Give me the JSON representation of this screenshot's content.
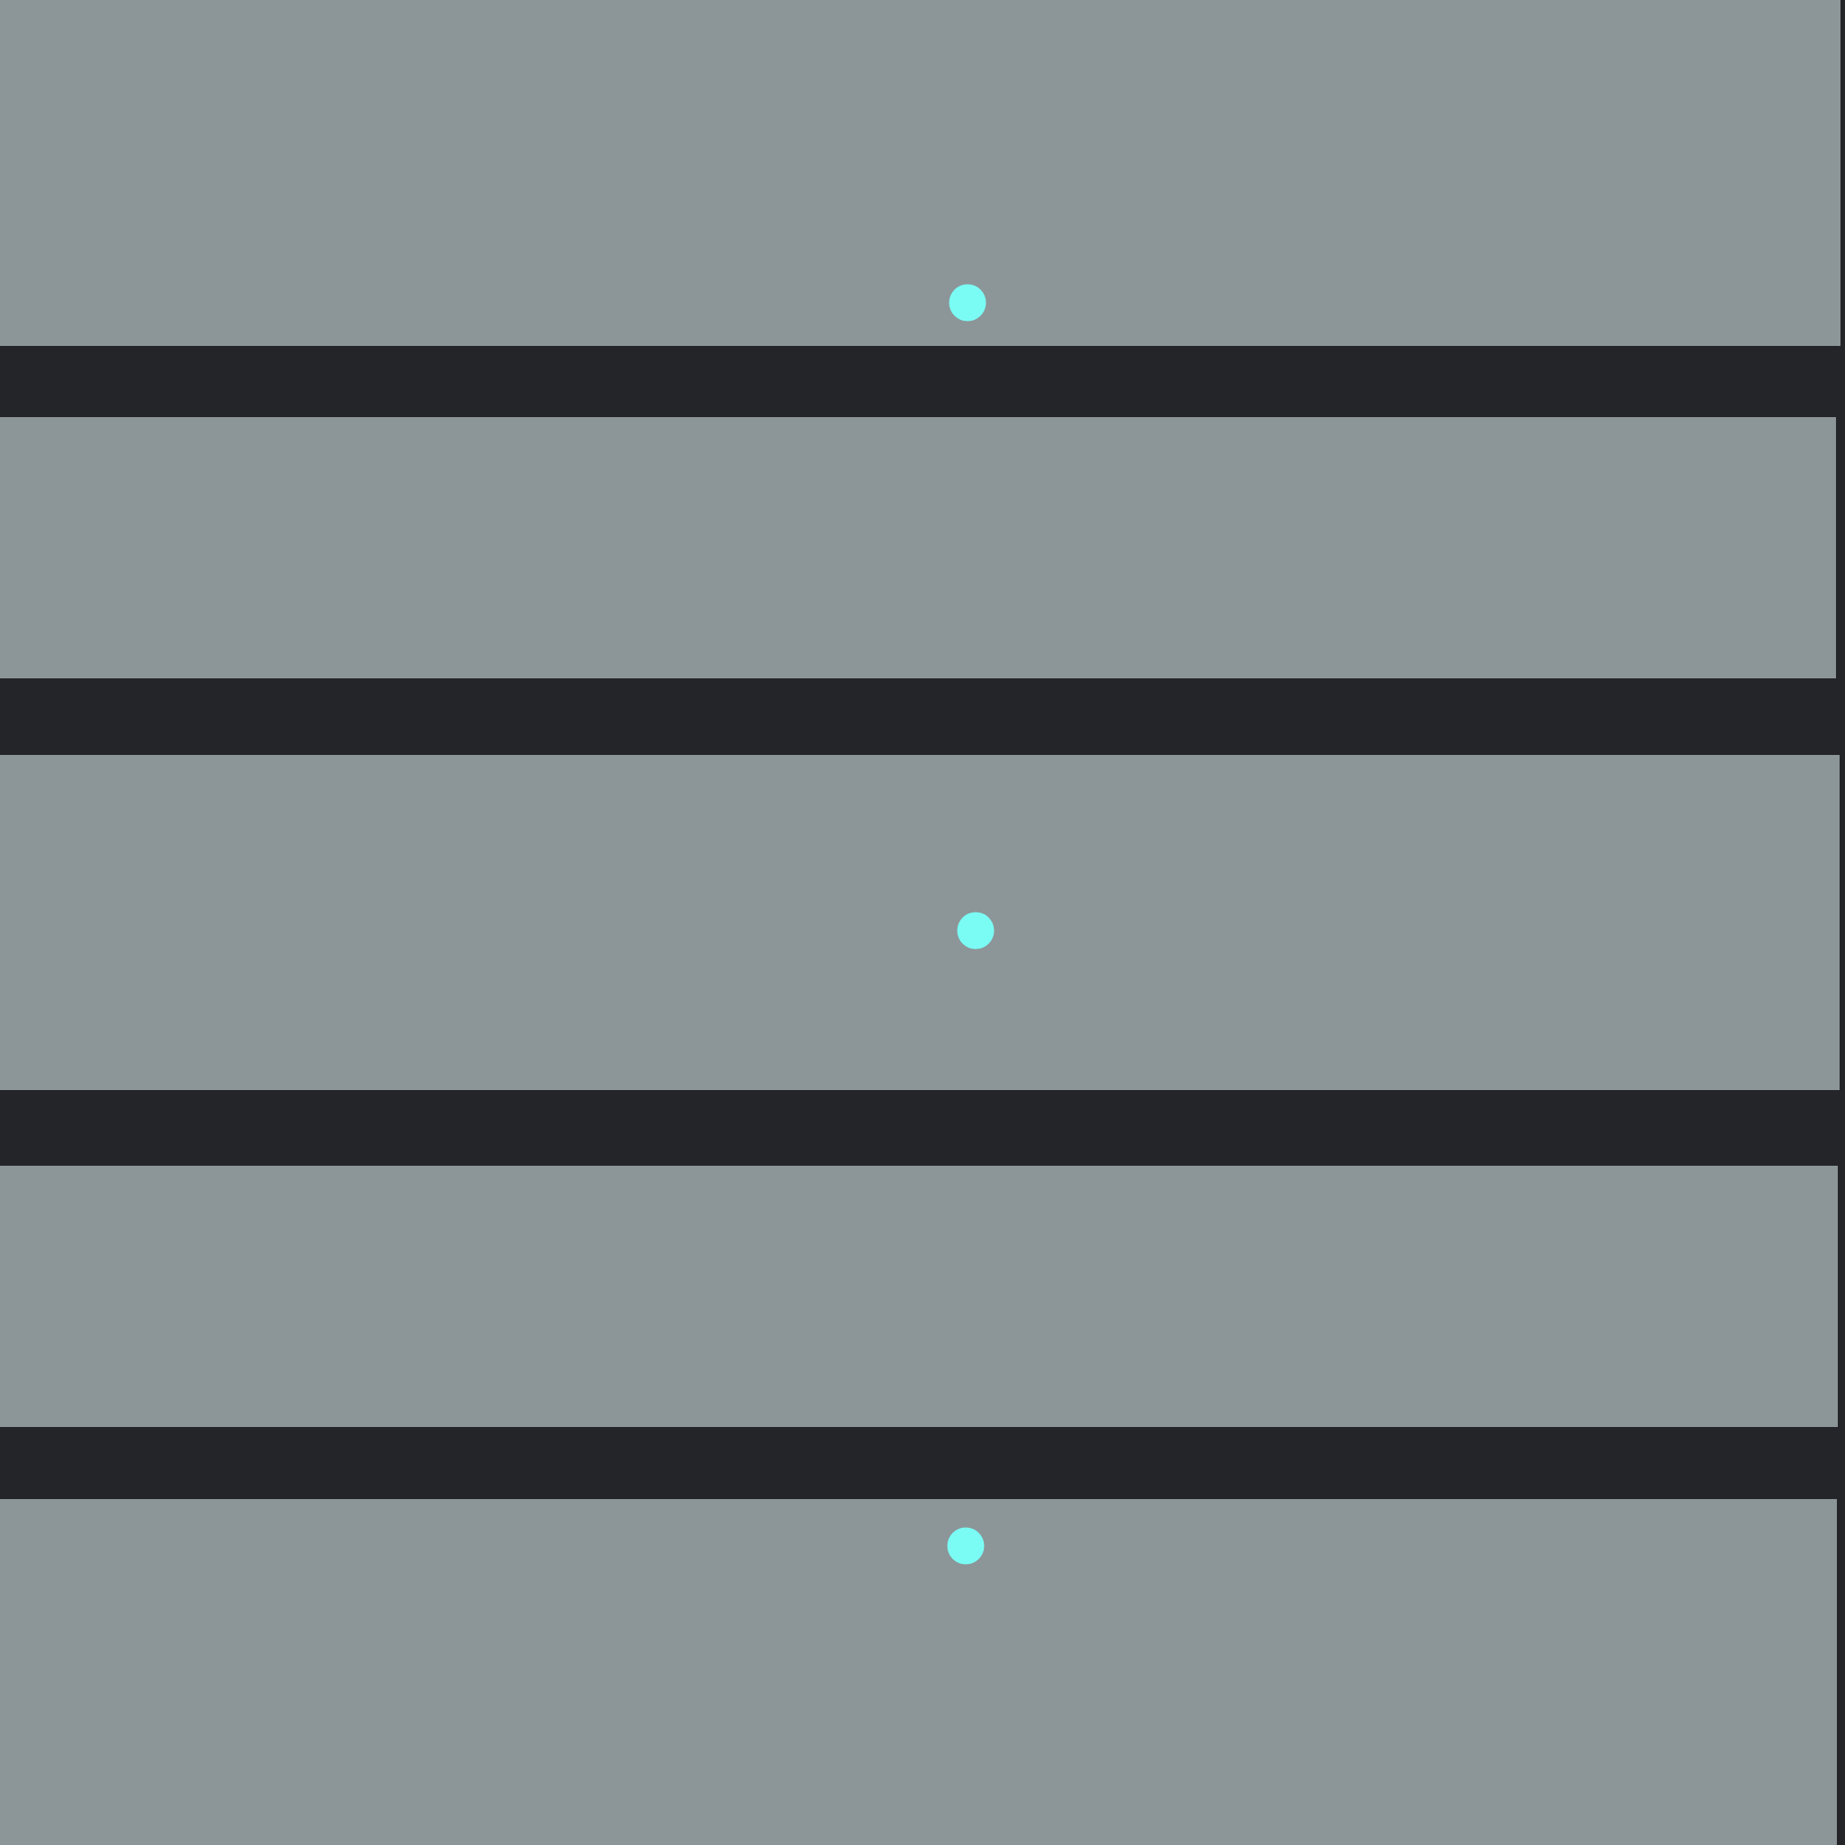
{
  "theme": {
    "background": "#242528",
    "panel": "#8c9598",
    "indicator": "#7afcf5"
  },
  "panels": [
    {
      "id": 1,
      "indicator": true
    },
    {
      "id": 2,
      "indicator": false
    },
    {
      "id": 3,
      "indicator": true
    },
    {
      "id": 4,
      "indicator": false
    },
    {
      "id": 5,
      "indicator": true
    }
  ]
}
